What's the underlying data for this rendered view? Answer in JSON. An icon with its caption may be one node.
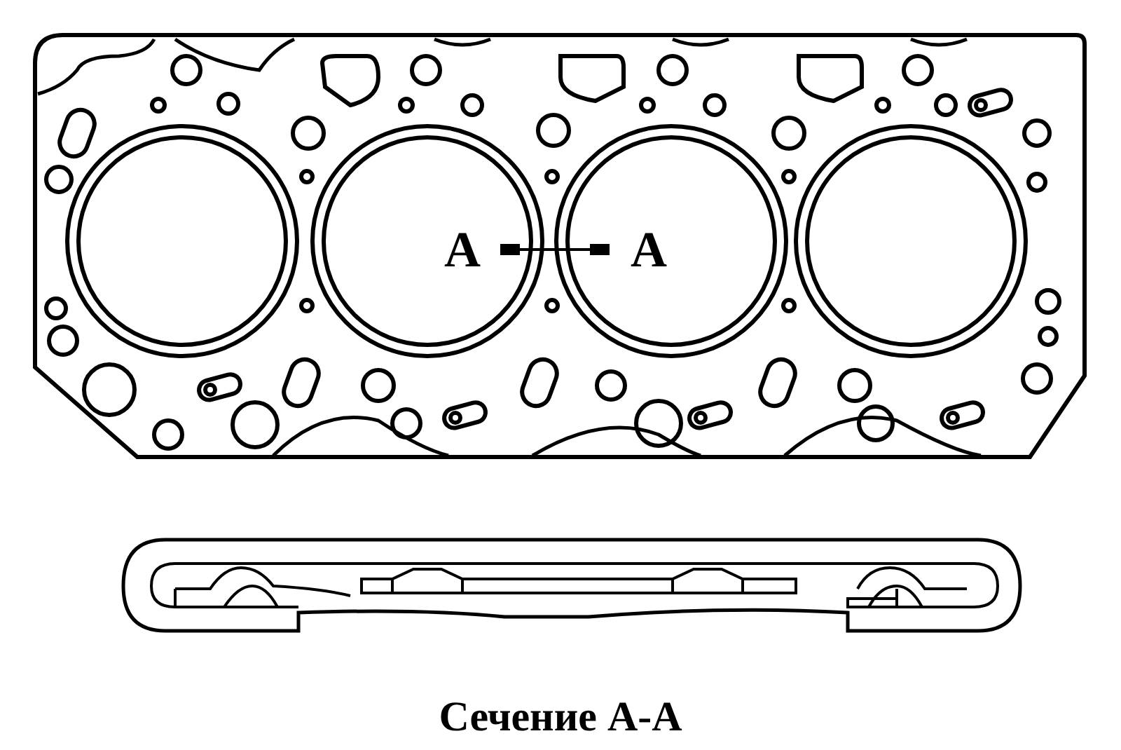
{
  "diagram": {
    "caption": "Сечение A-A",
    "labels": [
      "A",
      "A"
    ]
  }
}
